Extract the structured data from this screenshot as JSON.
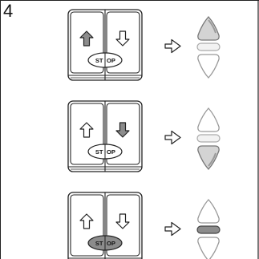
{
  "step_number": "4",
  "stop_label_left": "ST",
  "stop_label_right": "OP",
  "colors": {
    "active_fill": "#8c8c8c",
    "idle_fill": "#ffffff",
    "outline": "#222222",
    "remote_fill": "#d4d4d4",
    "remote_light": "#f2f2f2"
  },
  "icons": {
    "up": "up-arrow-icon",
    "down": "down-arrow-icon",
    "result": "right-arrow-icon"
  },
  "rows": [
    {
      "pressed": "up"
    },
    {
      "pressed": "down"
    },
    {
      "pressed": "stop"
    }
  ]
}
